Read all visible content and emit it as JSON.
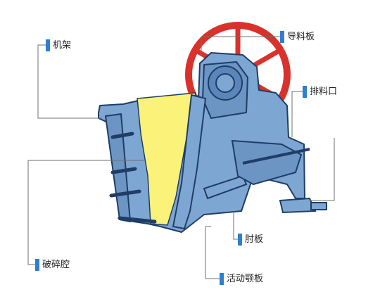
{
  "diagram": {
    "labels": {
      "frame": "机架",
      "guide_plate": "导料板",
      "discharge_opening": "排料口",
      "crushing_chamber": "破碎腔",
      "toggle_plate": "肘板",
      "swing_jaw": "活动颚板"
    },
    "colors": {
      "flywheel": "#d9312b",
      "body": "#7ea6d3",
      "outline": "#1f3d66",
      "chamber": "#fbf279",
      "marker": "#2c7fd1",
      "leader_line": "#6f6f6f"
    }
  }
}
